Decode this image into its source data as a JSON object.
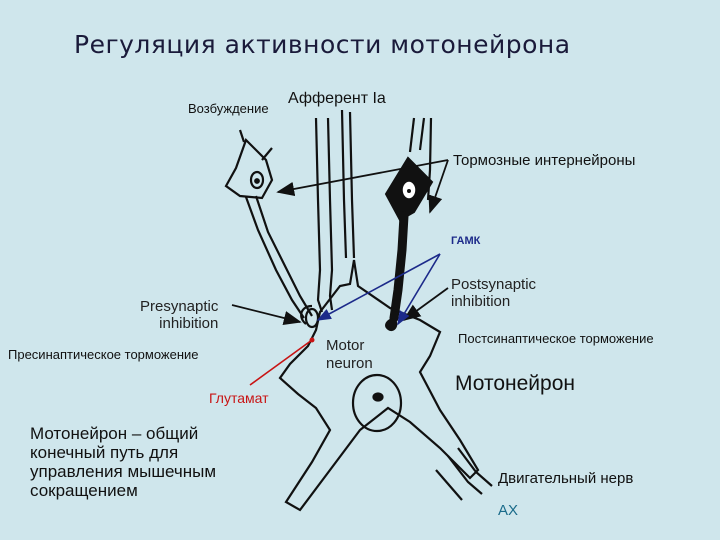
{
  "slide": {
    "title": "Регуляция активности мотонейрона",
    "labels": {
      "excitation": "Возбуждение",
      "afferent": "Афферент Ia",
      "inhibitory_interneurons": "Тормозные интернейроны",
      "gaba": "ГАМК",
      "postsynaptic_en": "Postsynaptic\ninhibition",
      "presynaptic_en": "Presynaptic\ninhibition",
      "postsynaptic_ru": "Постсинаптическое торможение",
      "presynaptic_ru": "Пресинаптическое торможение",
      "motor_neuron_en": "Motor\nneuron",
      "glutamate": "Глутамат",
      "motoneuron_ru": "Мотонейрон",
      "common_path": "Мотонейрон – общий конечный путь для управления мышечным сокращением",
      "motor_nerve": "Двигательный нерв",
      "ax": "AX"
    }
  },
  "colors": {
    "background": "#cfe6ec",
    "gaba_arrows": "#1c2a8a",
    "glutamate": "#c81414"
  }
}
